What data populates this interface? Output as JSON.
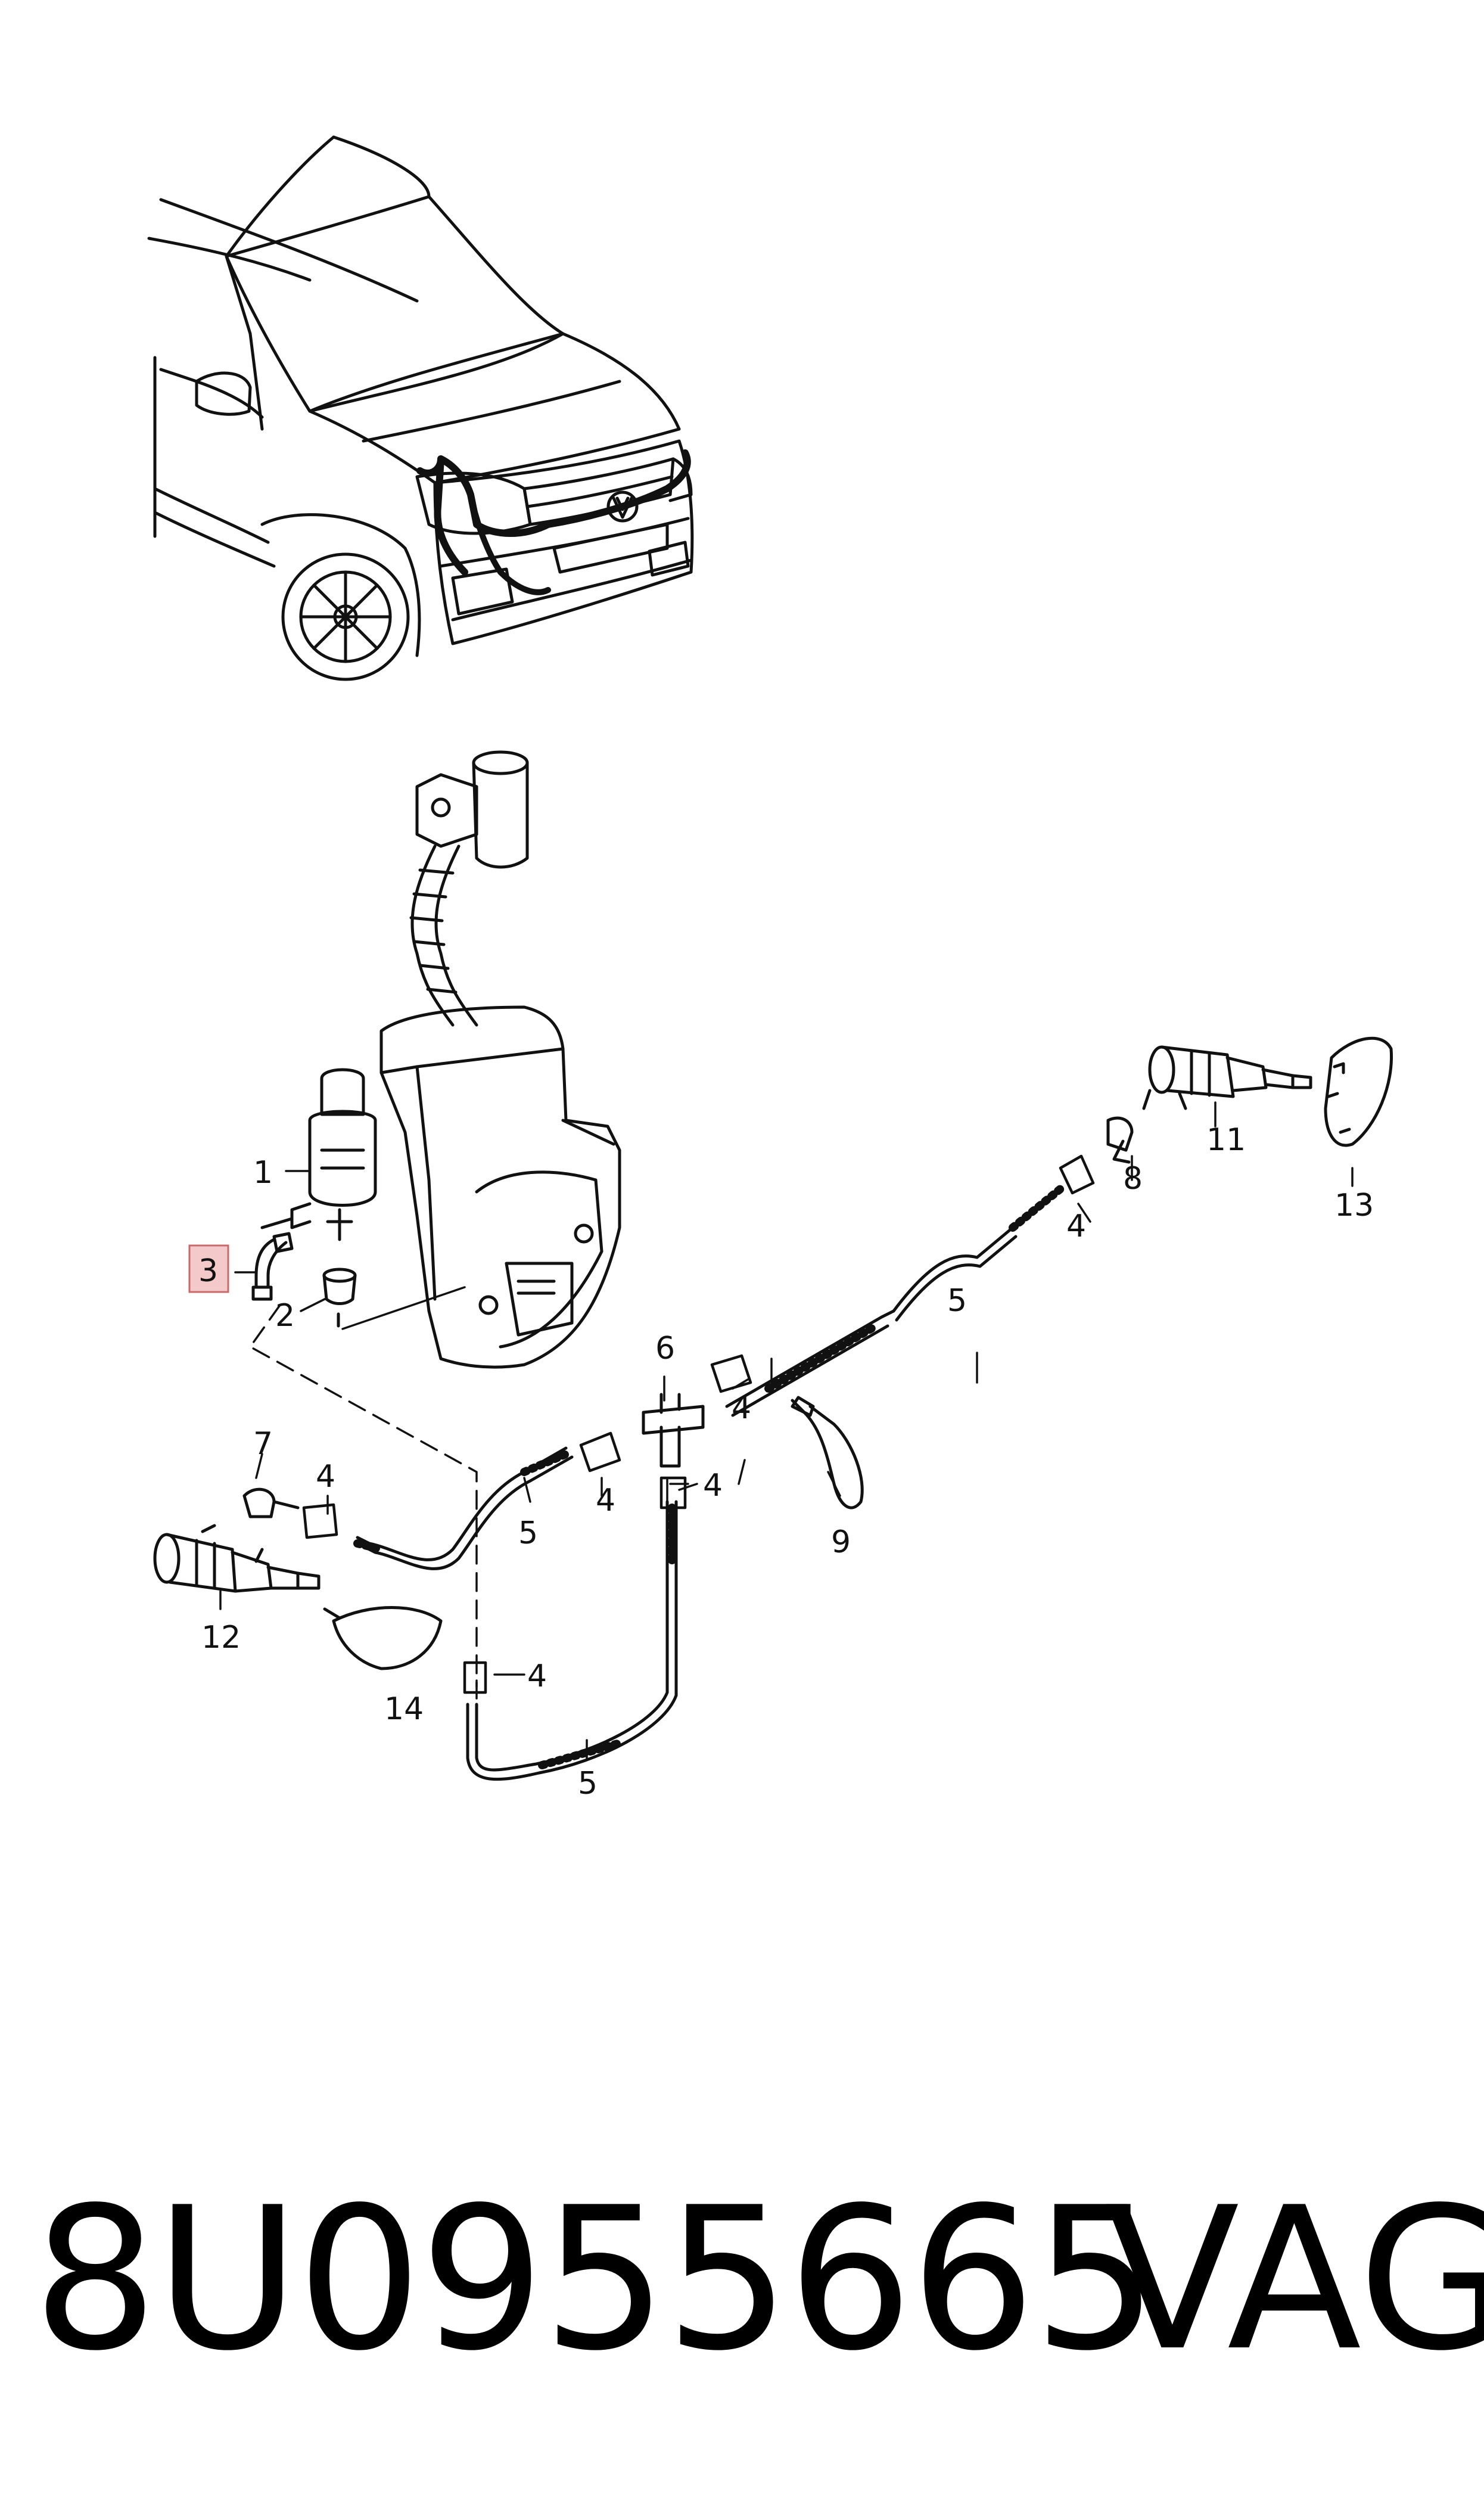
{
  "diagram": {
    "callouts": {
      "c1": "1",
      "c2": "2",
      "c3": "3",
      "c4a": "4",
      "c4b": "4",
      "c4c": "4",
      "c4d": "4",
      "c4e": "4",
      "c4f": "4",
      "c5a": "5",
      "c5b": "5",
      "c5c": "5",
      "c6": "6",
      "c7": "7",
      "c8": "8",
      "c9": "9",
      "c11": "11",
      "c12": "12",
      "c13": "13",
      "c14": "14"
    },
    "highlighted_callout": "3",
    "highlight_color": "#f4c9c9"
  },
  "footer": {
    "part_number": "8U0955665",
    "brand": "VAG"
  }
}
